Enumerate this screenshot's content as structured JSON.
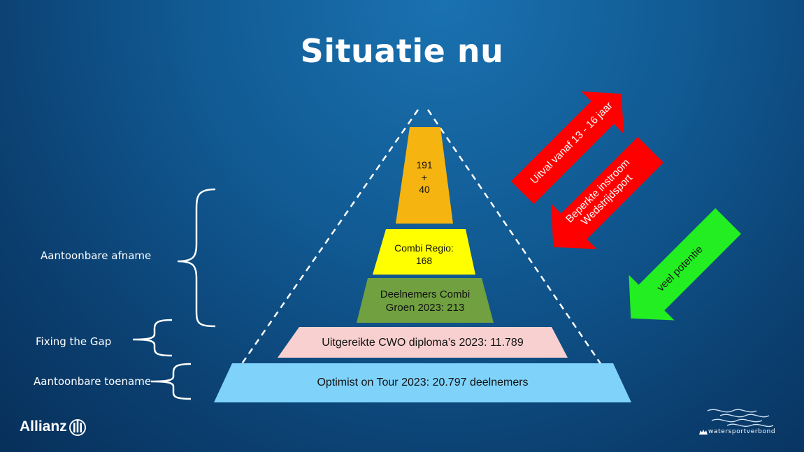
{
  "slide": {
    "title": "Situatie nu"
  },
  "pyramid": {
    "top": {
      "line1": "191",
      "line2": "+",
      "line3": "40",
      "color": "#f5b40f"
    },
    "combi_regio": {
      "line1": "Combi Regio:",
      "line2": "168",
      "color": "#ffff00"
    },
    "combi_groen": {
      "line1": "Deelnemers Combi",
      "line2": "Groen 2023: 213",
      "color": "#70a040"
    },
    "cwo": {
      "text": "Uitgereikte CWO diploma’s 2023: 11.789",
      "color": "#f9d0d0"
    },
    "optimist": {
      "text": "Optimist on Tour 2023: 20.797 deelnemers",
      "color": "#7fd3fb"
    }
  },
  "brackets": {
    "afname": "Aantoonbare afname",
    "gap": "Fixing the Gap",
    "toename": "Aantoonbare toename"
  },
  "arrows": {
    "uitval": {
      "text": "Uitval vanaf 13 - 16 jaar",
      "color": "#ff0000"
    },
    "beperkte": {
      "line1": "Beperkte instroom",
      "line2": "Wedstrijdsport",
      "color": "#ff0000"
    },
    "potentie": {
      "text": "veel potentie",
      "color": "#22ee22"
    }
  },
  "logos": {
    "allianz": "Allianz",
    "watersportverbond": "watersportverbond"
  }
}
